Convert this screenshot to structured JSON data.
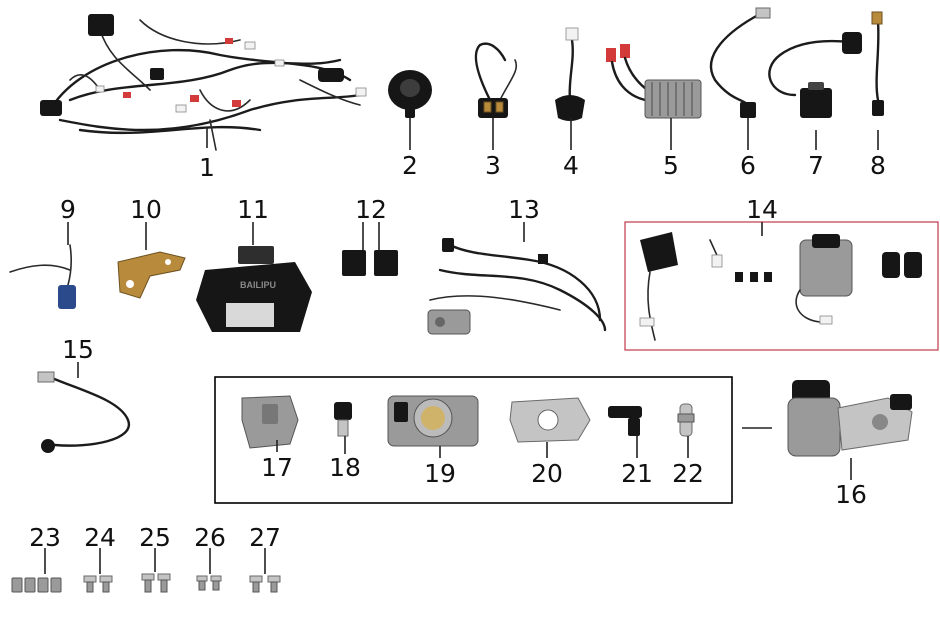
{
  "diagram": {
    "callouts": [
      "1",
      "2",
      "3",
      "4",
      "5",
      "6",
      "7",
      "8",
      "9",
      "10",
      "11",
      "12",
      "13",
      "14",
      "15",
      "16",
      "17",
      "18",
      "19",
      "20",
      "21",
      "22",
      "23",
      "24",
      "25",
      "26",
      "27"
    ],
    "ecu_label": "BAILIPU",
    "colors": {
      "kit_box_border": "#c0394a",
      "throttle_box_border": "#000000",
      "wire": "#1c1c1c",
      "metal": "#9a9a9a",
      "connector_red": "#d33a3a",
      "sensor_blue": "#2a4a8c"
    }
  }
}
